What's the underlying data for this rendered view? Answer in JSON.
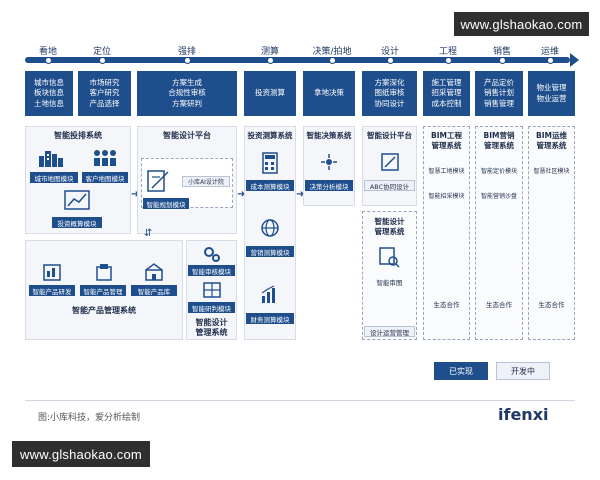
{
  "watermark_top": "www.glshaokao.com",
  "watermark_bottom": "www.glshaokao.com",
  "stages": [
    "看地",
    "定位",
    "强排",
    "测算",
    "决策/拍地",
    "设计",
    "工程",
    "销售",
    "运维"
  ],
  "stage_tasks": [
    [
      "城市信息",
      "板块信息",
      "土地信息"
    ],
    [
      "市场研究",
      "客户研究",
      "产品选择"
    ],
    [
      "方案生成",
      "合规性审核",
      "方案研判"
    ],
    [
      "投资测算"
    ],
    [
      "拿地决策"
    ],
    [
      "方案深化",
      "图纸审核",
      "协同设计"
    ],
    [
      "施工管理",
      "招采管理",
      "成本控制"
    ],
    [
      "产品定价",
      "销售计划",
      "销售管理"
    ],
    [
      "物业管理",
      "物业运营"
    ]
  ],
  "systems": {
    "land": {
      "title": "智能投排系统",
      "modules": [
        "城市地图模块",
        "客户地图模块",
        "投资概算模块"
      ]
    },
    "design_platform": {
      "title": "智能设计平台",
      "ai_label": "小库AI设计院",
      "module": "智能规划模块"
    },
    "product": {
      "title": "智能产品管理系统",
      "modules": [
        "智能产品研发",
        "智能产品管理",
        "智能产品库"
      ]
    },
    "design_mgmt_left": {
      "title_line1": "智能设计",
      "title_line2": "管理系统",
      "modules": [
        "智能审核模块",
        "智能研判模块"
      ]
    },
    "investment": {
      "title": "投资测算系统",
      "modules": [
        "成本测算模块",
        "营销测算模块",
        "财务测算模块"
      ]
    },
    "decision": {
      "title": "智能决策系统",
      "module": "决策分析模块"
    },
    "design_platform2": {
      "title": "智能设计平台",
      "module": "ABC协同设计"
    },
    "design_mgmt_right": {
      "title_line1": "智能设计",
      "title_line2": "管理系统",
      "modules": [
        "智能审图",
        "设计运营管理"
      ]
    },
    "bim_eng": {
      "title_line1": "BIM工程",
      "title_line2": "管理系统",
      "modules": [
        "智慧工地模块",
        "智能招采模块"
      ],
      "eco": "生态合作"
    },
    "bim_sales": {
      "title_line1": "BIM营销",
      "title_line2": "管理系统",
      "modules": [
        "智能定价模块",
        "智能营销沙盘"
      ],
      "eco": "生态合作"
    },
    "bim_ops": {
      "title_line1": "BIM运维",
      "title_line2": "管理系统",
      "modules": [
        "智慧社区模块"
      ],
      "eco": "生态合作"
    }
  },
  "legend": {
    "done": "已实现",
    "dev": "开发中"
  },
  "caption": "图:小库科技，爱分析绘制",
  "logo": "ifenxi",
  "colors": {
    "primary": "#1f4e8c",
    "panel": "#f4f6fa"
  }
}
